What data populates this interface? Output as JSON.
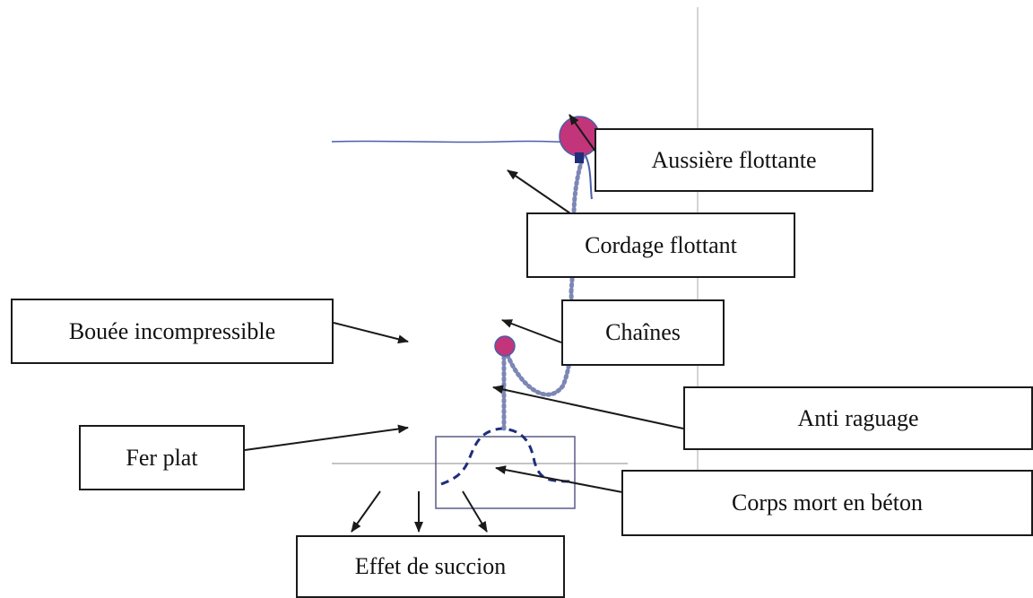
{
  "labels": {
    "aussiere": "Aussière flottante",
    "cordage": "Cordage flottant",
    "bouee": "Bouée incompressible",
    "chaines": "Chaînes",
    "anti_raguage": "Anti raguage",
    "fer_plat": "Fer plat",
    "corps_mort": "Corps mort en béton",
    "succion": "Effet de succion"
  },
  "colors": {
    "water_line": "#4a5fa8",
    "buoy_fill": "#c2357a",
    "chain": "#7d87b5",
    "dashed_fer_plat": "#1f2e7a",
    "concrete_box": "#5a5a8a",
    "arrow": "#1a1a1a",
    "box_border": "#1a1a1a"
  }
}
